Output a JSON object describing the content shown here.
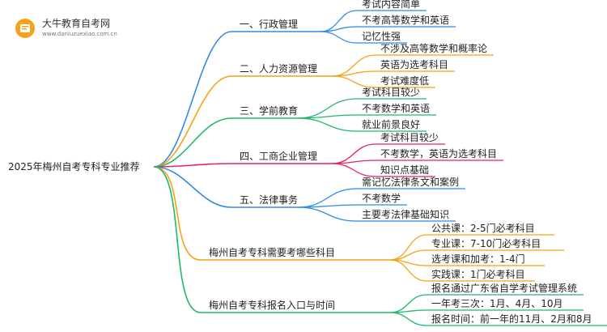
{
  "brand": {
    "name": "大牛教育自考网",
    "url": "www.daniuzuexiao.com.cn"
  },
  "root": "2025年梅州自考专科专业推荐",
  "branches": [
    {
      "label": "一、行政管理",
      "color": "#2f8be6",
      "children": [
        "考试内容简单",
        "不考高等数学和英语",
        "记忆性强"
      ]
    },
    {
      "label": "二、人力资源管理",
      "color": "#f2a413",
      "children": [
        "不涉及高等数学和概率论",
        "英语为选考科目",
        "考试难度低"
      ]
    },
    {
      "label": "三、学前教育",
      "color": "#1fb86b",
      "children": [
        "考试科目较少",
        "不考数学和英语",
        "就业前景良好"
      ]
    },
    {
      "label": "四、工商企业管理",
      "color": "#e8245a",
      "children": [
        "考试科目较少",
        "不考数学，英语为选考科目",
        "知识点基础"
      ]
    },
    {
      "label": "五、法律事务",
      "color": "#2f8be6",
      "children": [
        "需记忆法律条文和案例",
        "不考数学",
        "主要考法律基础知识"
      ]
    },
    {
      "label": "梅州自考专科需要考哪些科目",
      "color": "#f2a413",
      "children": [
        "公共课：2-5门必考科目",
        "专业课：7-10门必考科目",
        "选考课和加考：1-4门",
        "实践课：1门必考科目"
      ]
    },
    {
      "label": "梅州自考专科报名入口与时间",
      "color": "#1fb86b",
      "children": [
        "报名通过广东省自学考试管理系统",
        "一年考三次：1月、4月、10月",
        "报名时间：前一年的11月、2月和8月"
      ]
    }
  ]
}
